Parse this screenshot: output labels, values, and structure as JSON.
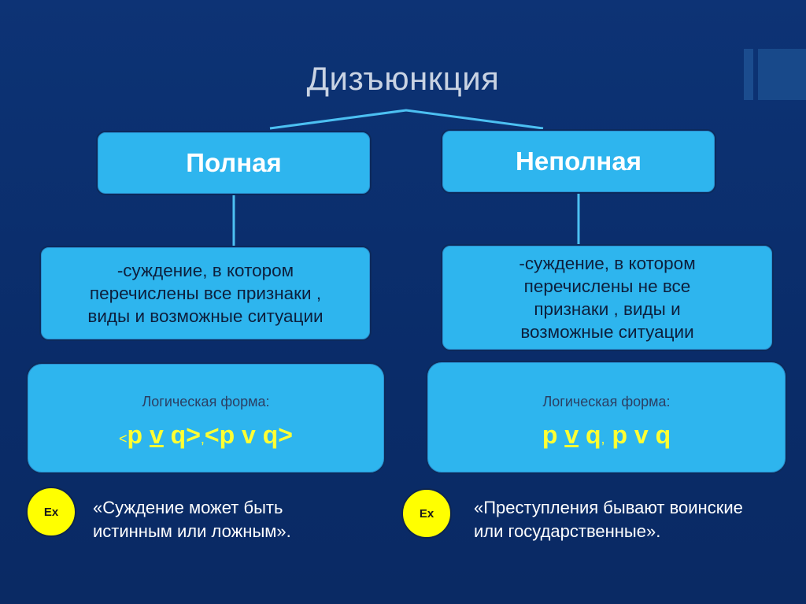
{
  "title": "Дизъюнкция",
  "left": {
    "header": "Полная",
    "description": [
      "-суждение, в котором",
      "перечислены все признаки ,",
      "виды и возможные ситуации"
    ],
    "form_label": "Логическая форма:",
    "form_parts": {
      "lt1": "<",
      "p1": "p ",
      "v1": "v",
      "q1": " q",
      "gt1": ">",
      "comma": ",",
      "lt2": "<",
      "expr2": "p v q",
      "gt2": ">"
    },
    "example_badge": "Ex",
    "example_lines": [
      "«Суждение может быть",
      "истинным или ложным»."
    ]
  },
  "right": {
    "header": "Неполная",
    "description": [
      "-суждение, в котором",
      "перечислены не все",
      "признаки , виды и",
      "возможные ситуации"
    ],
    "form_label": "Логическая форма:",
    "form_parts": {
      "p1": "p ",
      "v1": "v",
      "q1": " q",
      "comma": ",",
      "expr2": " p v q"
    },
    "example_badge": "Ex",
    "example_lines": [
      "«Преступления бывают воинские",
      "или государственные»."
    ]
  },
  "colors": {
    "background": "#0b2d6b",
    "box_fill": "#2eb5ee",
    "connector": "#4cc0f2",
    "formula": "#ffff33",
    "badge": "#ffff00"
  }
}
